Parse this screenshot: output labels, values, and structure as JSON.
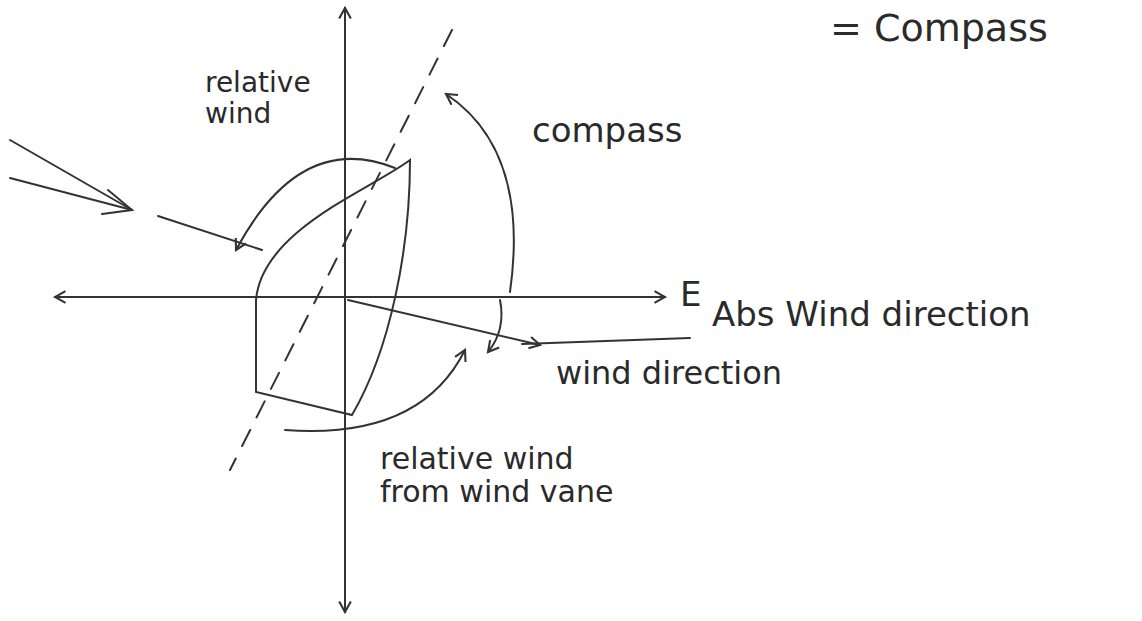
{
  "diagram": {
    "labels": [
      "= Compass",
      "relative wind",
      "compass",
      "E",
      "Abs Wind direction",
      "wind direction",
      "relative wind from wind vane"
    ]
  }
}
